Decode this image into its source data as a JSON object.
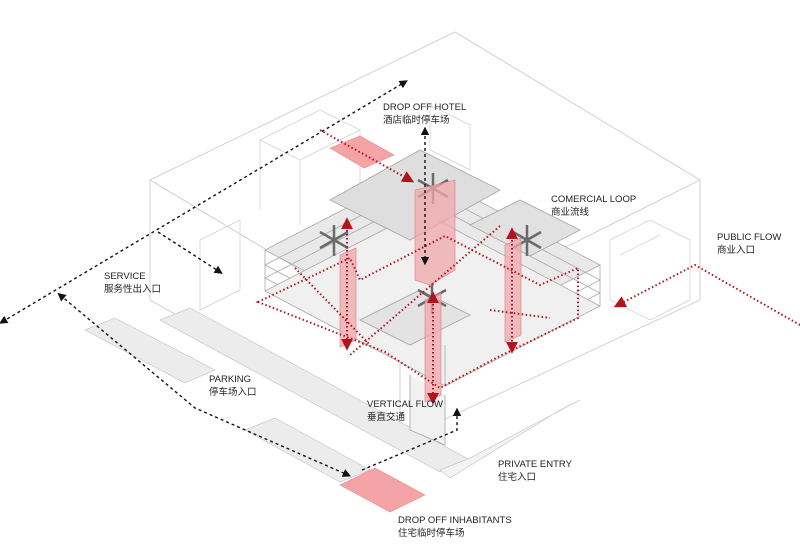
{
  "labels": {
    "drop_off_hotel": {
      "en": "DROP OFF HOTEL",
      "zh": "酒店临时停车场"
    },
    "comercial_loop": {
      "en": "COMERCIAL LOOP",
      "zh": "商业流线"
    },
    "public_flow": {
      "en": "PUBLIC FLOW",
      "zh": "商业入口"
    },
    "service": {
      "en": "SERVICE",
      "zh": "服务性出入口"
    },
    "parking": {
      "en": "PARKING",
      "zh": "停车场入口"
    },
    "vertical_flow": {
      "en": "VERTICAL FLOW",
      "zh": "垂直交通"
    },
    "private_entry": {
      "en": "PRIVATE ENTRY",
      "zh": "住宅入口"
    },
    "drop_off_inhabitants": {
      "en": "DROP OFF INHABITANTS",
      "zh": "住宅临时停车场"
    }
  },
  "colors": {
    "accent_red": "#b3131b",
    "zone_pink": "#f4a3a6",
    "outline_gray": "#bdbdbd",
    "slab_gray": "#e6e6e6",
    "black_path": "#111111"
  }
}
